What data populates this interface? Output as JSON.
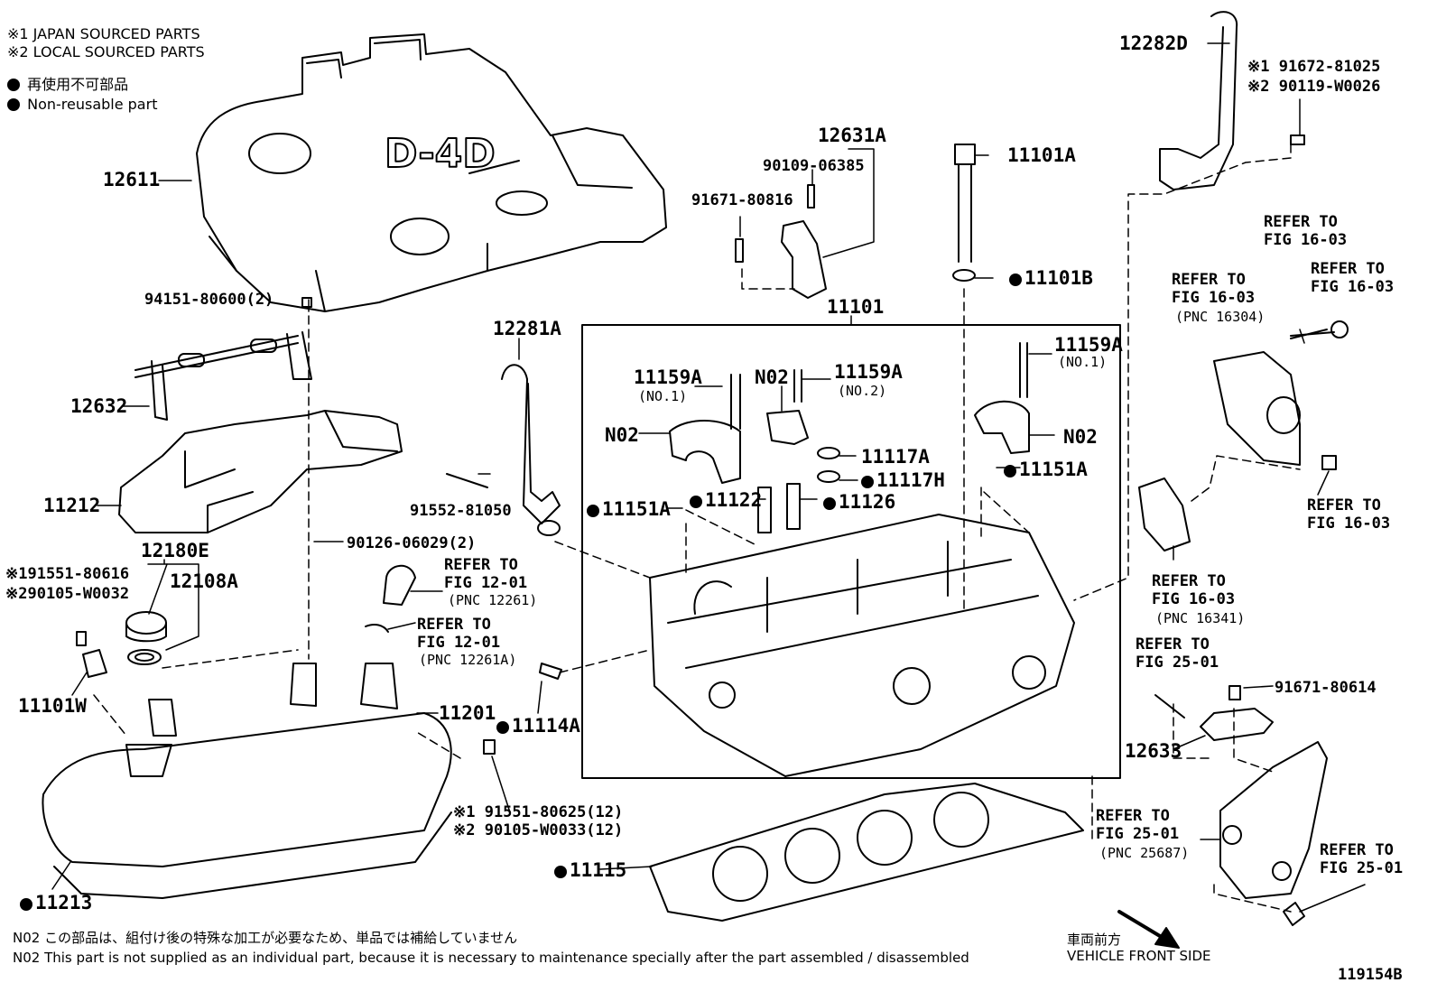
{
  "legend": {
    "japan_sourced": "※1 JAPAN SOURCED PARTS",
    "local_sourced": "※2 LOCAL SOURCED PARTS",
    "nonreusable_jp": "再使用不可部品",
    "nonreusable_en": "Non-reusable part"
  },
  "labels": {
    "p12611": "12611",
    "p12282D": "12282D",
    "p91672": "※1 91672-81025",
    "p90119": "※2 90119-W0026",
    "p12631A": "12631A",
    "p90109": "90109-06385",
    "p91671_80816": "91671-80816",
    "p11101A": "11101A",
    "p11101B": "11101B",
    "p94151": "94151-80600(2)",
    "p11101": "11101",
    "p12281A": "12281A",
    "p12632": "12632",
    "p11159A_no1_left": "11159A",
    "p11159A_no1_left_sub": "(NO.1)",
    "pN02_top": "N02",
    "p11159A_no2": "11159A",
    "p11159A_no2_sub": "(NO.2)",
    "p11159A_no1_right": "11159A",
    "p11159A_no1_right_sub": "(NO.1)",
    "pN02_left": "N02",
    "pN02_right": "N02",
    "p11117A": "11117A",
    "p11117H": "11117H",
    "p11151A_right": "11151A",
    "p11151A_left": "11151A",
    "p11122": "11122",
    "p11126": "11126",
    "p11212": "11212",
    "p91552": "91552-81050",
    "p90126": "90126-06029(2)",
    "p12180E": "12180E",
    "p12108A": "12108A",
    "p91551_80616": "※191551-80616",
    "p90105_W0032": "※290105-W0032",
    "refer_12_01_a": "REFER TO",
    "refer_12_01_a2": "FIG 12-01",
    "refer_12_01_a3": "(PNC 12261)",
    "refer_12_01_b": "REFER TO",
    "refer_12_01_b2": "FIG 12-01",
    "refer_12_01_b3": "(PNC 12261A)",
    "p11101W": "11101W",
    "p11201": "11201",
    "p11114A": "11114A",
    "p91551_80625": "※1 91551-80625(12)",
    "p90105_W0033": "※2 90105-W0033(12)",
    "p11213": "11213",
    "p11115": "11115",
    "refer_16_03_a": "REFER TO",
    "refer_16_03_a2": "FIG 16-03",
    "refer_16_03_b": "REFER TO",
    "refer_16_03_b2": "FIG 16-03",
    "refer_16_03_b3": "(PNC 16304)",
    "refer_16_03_c": "REFER TO",
    "refer_16_03_c2": "FIG 16-03",
    "refer_16_03_d": "REFER TO",
    "refer_16_03_d2": "FIG 16-03",
    "refer_16_03_e": "REFER TO",
    "refer_16_03_e2": "FIG 16-03",
    "refer_16_03_e3": "(PNC 16341)",
    "refer_25_01_a": "REFER TO",
    "refer_25_01_a2": "FIG 25-01",
    "p91671_80614": "91671-80614",
    "p12633": "12633",
    "refer_25_01_b": "REFER TO",
    "refer_25_01_b2": "FIG 25-01",
    "refer_25_01_b3": "(PNC 25687)",
    "refer_25_01_c": "REFER TO",
    "refer_25_01_c2": "FIG 25-01",
    "cover_logo": "D-4D"
  },
  "notes": {
    "n02_jp": "N02  この部品は、組付け後の特殊な加工が必要なため、単品では補給していません",
    "n02_en": "N02  This part is not supplied as an individual part, because it is necessary to maintenance specially after the part assembled / disassembled"
  },
  "direction": {
    "jp": "車両前方",
    "en": "VEHICLE FRONT SIDE"
  },
  "figure_id": "119154B"
}
